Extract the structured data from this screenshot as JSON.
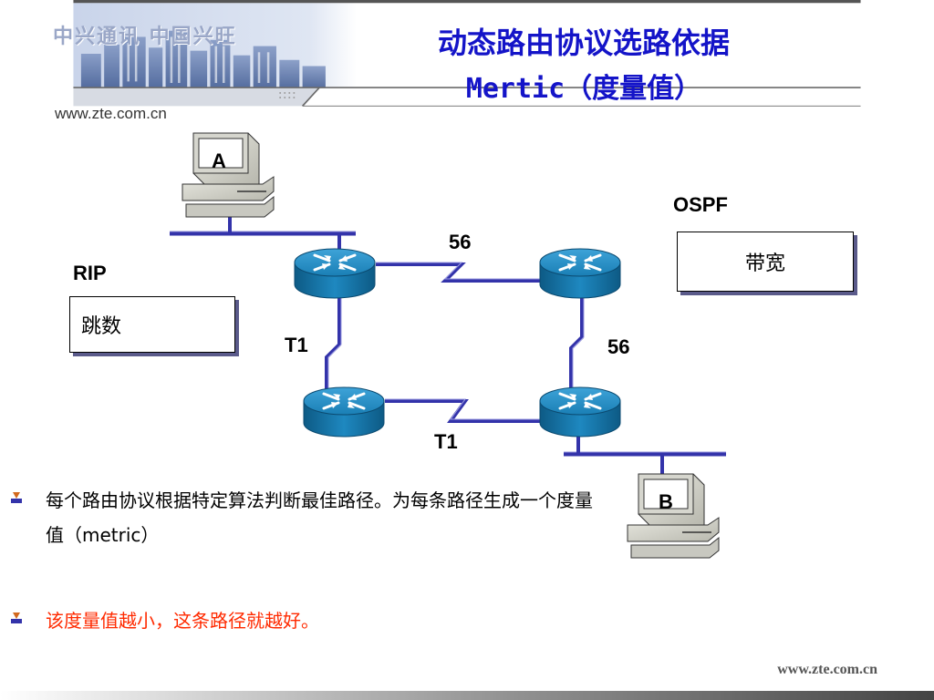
{
  "header": {
    "brand": "中兴通讯  中国兴旺",
    "url": "www.zte.com.cn",
    "title_line1": "动态路由协议选路依据",
    "title_line2": "Mertic（度量值）"
  },
  "diagram": {
    "host_a_label": "A",
    "host_b_label": "B",
    "rip_label": "RIP",
    "ospf_label": "OSPF",
    "rip_metric": "跳数",
    "ospf_metric": "带宽",
    "link_top_label": "56",
    "link_right_label": "56",
    "link_left_label": "T1",
    "link_bottom_label": "T1"
  },
  "bullets": [
    {
      "text": "每个路由协议根据特定算法判断最佳路径。为每条路径生成一个度量值（metric）"
    },
    {
      "text": "该度量值越小，这条路径就越好。"
    }
  ],
  "footer": {
    "url": "www.zte.com.cn"
  },
  "colors": {
    "title": "#1414c8",
    "link": "#3333aa",
    "router": "#1a7fb5",
    "highlight_text": "#ff2a00"
  }
}
